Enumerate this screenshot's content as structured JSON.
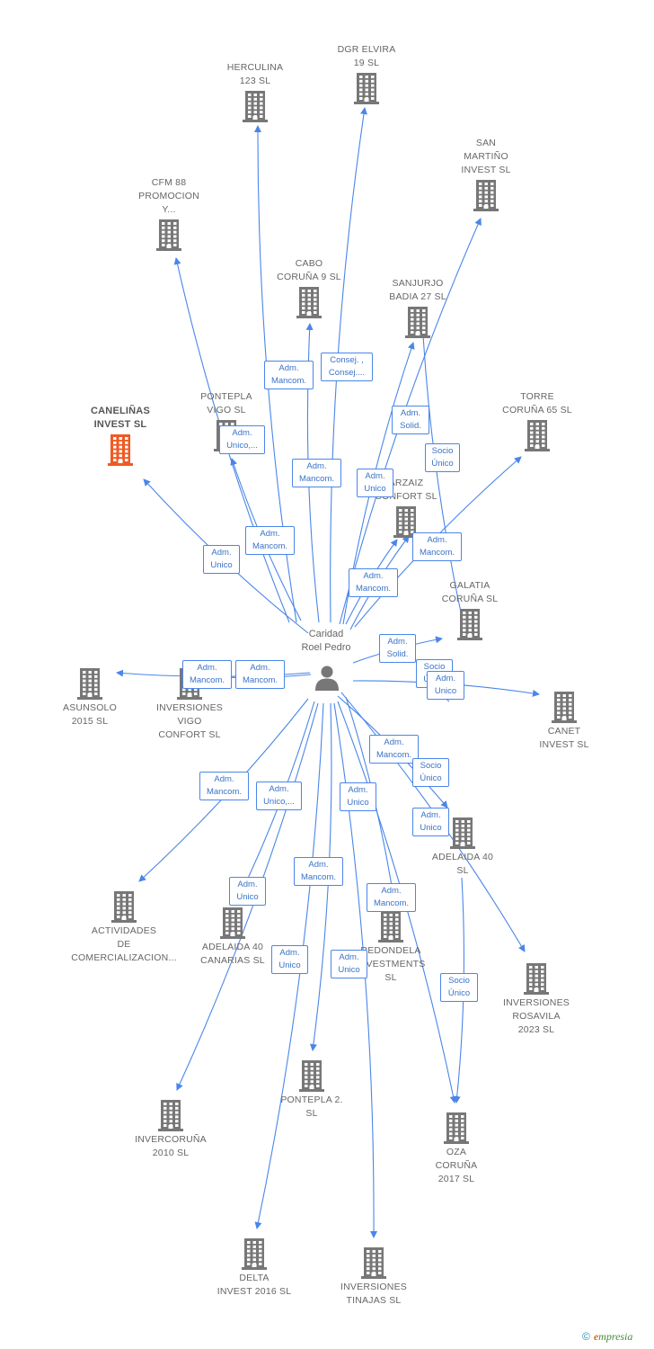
{
  "center": {
    "name_line1": "Caridad",
    "name_line2": "Roel Pedro",
    "icon": "person-icon"
  },
  "colors": {
    "edge": "#4a86e8",
    "company": "#777777",
    "highlight": "#f05a22"
  },
  "companies": [
    {
      "id": "herculina",
      "lines": [
        "HERCULINA",
        "123  SL"
      ]
    },
    {
      "id": "dgr",
      "lines": [
        "DGR ELVIRA",
        "19  SL"
      ]
    },
    {
      "id": "sanmartino",
      "lines": [
        "SAN",
        "MARTIÑO",
        "INVEST  SL"
      ]
    },
    {
      "id": "cfm88",
      "lines": [
        "CFM 88",
        "PROMOCION",
        "Y..."
      ]
    },
    {
      "id": "cabo",
      "lines": [
        "CABO",
        "CORUÑA 9  SL"
      ]
    },
    {
      "id": "sanjurjo",
      "lines": [
        "SANJURJO",
        "BADIA 27  SL"
      ]
    },
    {
      "id": "canelinas",
      "lines": [
        "CANELIÑAS",
        "INVEST  SL"
      ],
      "highlight": true
    },
    {
      "id": "pontepla_vigo",
      "lines": [
        "PONTEPLA",
        "VIGO  SL"
      ]
    },
    {
      "id": "torre",
      "lines": [
        "TORRE",
        "CORUÑA 65  SL"
      ]
    },
    {
      "id": "arzaiz",
      "lines": [
        "ARZAIZ",
        "CONFORT  SL"
      ]
    },
    {
      "id": "galatia",
      "lines": [
        "GALATIA",
        "CORUÑA SL"
      ]
    },
    {
      "id": "asunsolo",
      "lines": [
        "ASUNSOLO",
        "2015  SL"
      ]
    },
    {
      "id": "inv_vigo",
      "lines": [
        "INVERSIONES",
        "VIGO",
        "CONFORT  SL"
      ]
    },
    {
      "id": "canet",
      "lines": [
        "CANET",
        "INVEST  SL"
      ]
    },
    {
      "id": "adelaida40",
      "lines": [
        "ADELAIDA 40",
        "SL"
      ]
    },
    {
      "id": "actividades",
      "lines": [
        "ACTIVIDADES",
        "DE",
        "COMERCIALIZACION..."
      ]
    },
    {
      "id": "adelaida_can",
      "lines": [
        "ADELAIDA 40",
        "CANARIAS  SL"
      ]
    },
    {
      "id": "redondela",
      "lines": [
        "REDONDELA",
        "INVESTMENTS",
        "SL"
      ]
    },
    {
      "id": "rosavila",
      "lines": [
        "INVERSIONES",
        "ROSAVILA",
        "2023  SL"
      ]
    },
    {
      "id": "pontepla2",
      "lines": [
        "PONTEPLA 2.",
        "SL"
      ]
    },
    {
      "id": "invercoruna",
      "lines": [
        "INVERCORUÑA",
        "2010  SL"
      ]
    },
    {
      "id": "oza",
      "lines": [
        "OZA",
        "CORUÑA",
        "2017  SL"
      ]
    },
    {
      "id": "delta",
      "lines": [
        "DELTA",
        "INVEST 2016  SL"
      ]
    },
    {
      "id": "tinajas",
      "lines": [
        "INVERSIONES",
        "TINAJAS  SL"
      ]
    }
  ],
  "roles": [
    {
      "id": "r_herculina",
      "lines": [
        "Adm.",
        "Mancom."
      ]
    },
    {
      "id": "r_dgr",
      "lines": [
        "Consej. ,",
        "Consej...."
      ]
    },
    {
      "id": "r_pontepla_vigo",
      "lines": [
        "Adm.",
        "Unico,..."
      ]
    },
    {
      "id": "r_cabo",
      "lines": [
        "Adm.",
        "Mancom."
      ]
    },
    {
      "id": "r_sanmartino",
      "lines": [
        "Adm.",
        "Solid."
      ]
    },
    {
      "id": "r_sanjurjo",
      "lines": [
        "Socio",
        "Único"
      ]
    },
    {
      "id": "r_arzaiz_unico",
      "lines": [
        "Adm.",
        "Unico"
      ]
    },
    {
      "id": "r_cfm",
      "lines": [
        "Adm.",
        "Mancom."
      ]
    },
    {
      "id": "r_canelinas",
      "lines": [
        "Adm.",
        "Unico"
      ]
    },
    {
      "id": "r_torre",
      "lines": [
        "Adm.",
        "Mancom."
      ]
    },
    {
      "id": "r_arzaiz_mancom",
      "lines": [
        "Adm.",
        "Mancom."
      ]
    },
    {
      "id": "r_galatia",
      "lines": [
        "Adm.",
        "Solid."
      ]
    },
    {
      "id": "r_asunsolo",
      "lines": [
        "Adm.",
        "Mancom."
      ]
    },
    {
      "id": "r_inv_vigo",
      "lines": [
        "Adm.",
        "Mancom."
      ]
    },
    {
      "id": "r_galatia_socio",
      "lines": [
        "Socio",
        "Único"
      ]
    },
    {
      "id": "r_canet",
      "lines": [
        "Adm.",
        "Unico"
      ]
    },
    {
      "id": "r_adelaida40_mancom",
      "lines": [
        "Adm.",
        "Mancom."
      ]
    },
    {
      "id": "r_adelaida40_socio",
      "lines": [
        "Socio",
        "Único"
      ]
    },
    {
      "id": "r_actividades",
      "lines": [
        "Adm.",
        "Mancom."
      ]
    },
    {
      "id": "r_adelaida_can",
      "lines": [
        "Adm.",
        "Unico,..."
      ]
    },
    {
      "id": "r_redondela_unico",
      "lines": [
        "Adm.",
        "Unico"
      ]
    },
    {
      "id": "r_rosavila",
      "lines": [
        "Adm.",
        "Unico"
      ]
    },
    {
      "id": "r_pontepla2",
      "lines": [
        "Adm.",
        "Mancom."
      ]
    },
    {
      "id": "r_invercoruna",
      "lines": [
        "Adm.",
        "Unico"
      ]
    },
    {
      "id": "r_redondela",
      "lines": [
        "Adm.",
        "Mancom."
      ]
    },
    {
      "id": "r_delta",
      "lines": [
        "Adm.",
        "Unico"
      ]
    },
    {
      "id": "r_tinajas",
      "lines": [
        "Adm.",
        "Unico"
      ]
    },
    {
      "id": "r_oza",
      "lines": [
        "Socio",
        "Único"
      ]
    }
  ],
  "brand": {
    "copyright": "©",
    "first_letter": "e",
    "rest": "mpresia"
  }
}
